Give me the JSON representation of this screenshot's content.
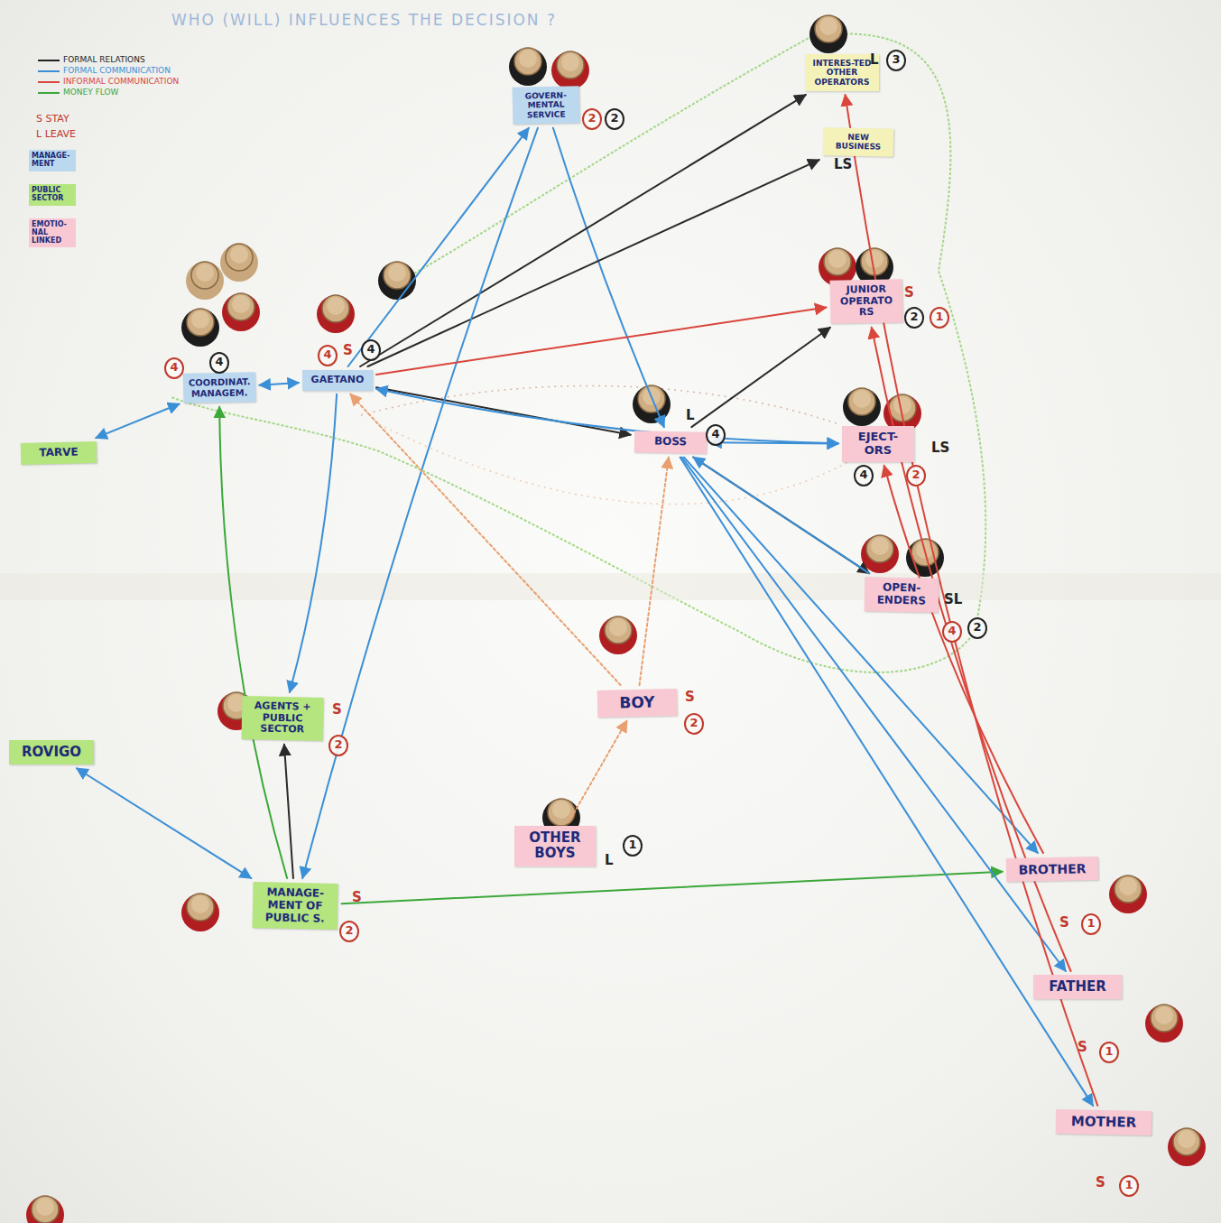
{
  "diagram": {
    "title": "WHO (WILL) INFLUENCES THE DECISION ?",
    "nodes": [
      {
        "text": [
          "GOVERN-MENTAL SERVICE"
        ]
      },
      {
        "text": [
          "INTERES-TED OTHER OPERATORS"
        ]
      },
      {
        "text": [
          "NEW BUSINESS"
        ]
      },
      {
        "text": [
          "COORDINAT. MANAGEM."
        ]
      },
      {
        "text": [
          "GAETANO"
        ]
      },
      {
        "text": [
          "BOSS"
        ]
      },
      {
        "text": [
          "JUNIOR OPERATO RS"
        ]
      },
      {
        "text": [
          "EJECT-ORS"
        ]
      },
      {
        "text": [
          "OPEN-ENDERS"
        ]
      },
      {
        "text": [
          "TARVE"
        ]
      },
      {
        "text": [
          "ROVIGO"
        ]
      },
      {
        "text": [
          "AGENTS + PUBLIC SECTOR"
        ]
      },
      {
        "text": [
          "BOY"
        ]
      },
      {
        "text": [
          "OTHER BOYS"
        ]
      },
      {
        "text": [
          "MANAGE-MENT OF PUBLIC S."
        ]
      },
      {
        "text": [
          "BROTHER"
        ]
      },
      {
        "text": [
          "FATHER"
        ]
      },
      {
        "text": [
          "MOTHER"
        ]
      }
    ],
    "edges": [
      {
        "from": 4,
        "to": 0,
        "arrow": "to"
      },
      {
        "from": 0,
        "to": 5,
        "arrow": "to"
      },
      {
        "from": 4,
        "to": 1,
        "arrow": "to"
      },
      {
        "from": 4,
        "to": 2,
        "arrow": "to"
      },
      {
        "from": 4,
        "to": 5,
        "arrow": "to"
      },
      {
        "from": 3,
        "to": 4,
        "arrow": "both"
      },
      {
        "from": 9,
        "to": 3,
        "arrow": "both"
      },
      {
        "from": 4,
        "to": 11,
        "arrow": "to"
      },
      {
        "from": 0,
        "to": 14,
        "arrow": "to"
      },
      {
        "from": 14,
        "to": 10,
        "arrow": "both"
      },
      {
        "from": 14,
        "to": 11,
        "arrow": "to"
      },
      {
        "from": 14,
        "to": 15,
        "arrow": "to"
      },
      {
        "from": 5,
        "to": 7,
        "arrow": "both"
      },
      {
        "from": 5,
        "to": 6,
        "arrow": "to"
      },
      {
        "from": 5,
        "to": 8,
        "arrow": "to"
      },
      {
        "from": 5,
        "to": 16,
        "arrow": "to"
      },
      {
        "from": 5,
        "to": 17,
        "arrow": "to"
      },
      {
        "from": 5,
        "to": 15,
        "arrow": "to"
      },
      {
        "from": 15,
        "to": 7,
        "arrow": "to"
      },
      {
        "from": 16,
        "to": 6,
        "arrow": "to"
      },
      {
        "from": 17,
        "to": 1,
        "arrow": "to"
      },
      {
        "from": 13,
        "to": 12,
        "arrow": "to"
      },
      {
        "from": 12,
        "to": 5,
        "arrow": "to"
      },
      {
        "from": 4,
        "to": 6,
        "arrow": "to"
      },
      {
        "from": 14,
        "to": 3,
        "arrow": "to"
      },
      {
        "from": 4,
        "to": 7,
        "arrow": "both"
      },
      {
        "from": 8,
        "to": 5,
        "arrow": "to"
      },
      {
        "from": 12,
        "to": 4,
        "arrow": "to"
      }
    ],
    "labels": [
      "L",
      "3",
      "2",
      "2",
      "LS",
      "S",
      "2",
      "1",
      "4",
      "4",
      "4",
      "S",
      "4",
      "L",
      "4",
      "LS",
      "4",
      "2",
      "SL",
      "4",
      "2",
      "S",
      "2",
      "S",
      "2",
      "L",
      "1",
      "S",
      "2",
      "S",
      "1",
      "S",
      "1",
      "S",
      "1"
    ],
    "legend": [
      {
        "text": "FORMAL RELATIONS"
      },
      {
        "text": "FORMAL COMMUNICATION"
      },
      {
        "text": "INFORMAL COMMUNICATION"
      },
      {
        "text": "MONEY FLOW"
      },
      {
        "text": "S STAY"
      },
      {
        "text": "L LEAVE"
      },
      {
        "text": "MANAGE-MENT",
        "color": "#bcd8ee"
      },
      {
        "text": "PUBLIC SECTOR",
        "color": "#b4e57f"
      },
      {
        "text": "EMOTIO-NAL LINKED",
        "color": "#f8c9d3"
      }
    ]
  }
}
